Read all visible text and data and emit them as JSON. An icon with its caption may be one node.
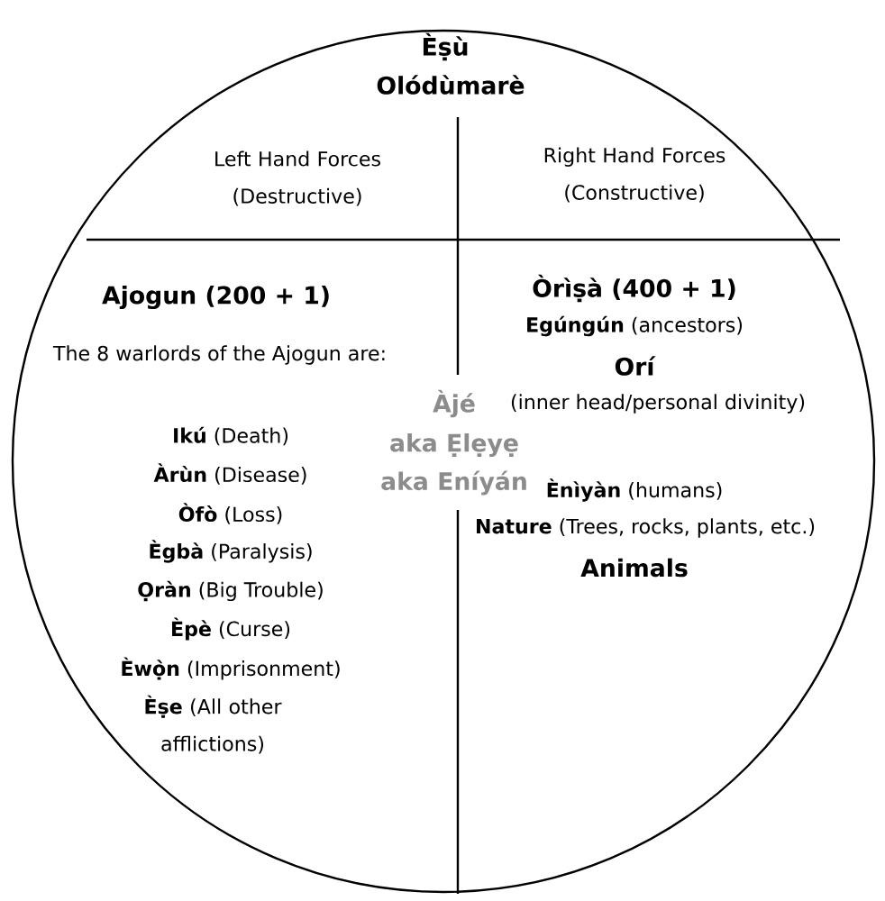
{
  "diagram": {
    "nodes": [
      {
        "text": [
          "Èṣù",
          "Olódùmarè",
          "Left Hand Forces (Destructive)",
          "Right Hand Forces (Constructive)",
          "Ajogun (200 + 1)",
          "The 8 warlords of the Ajogun are:",
          "**Ikú** (Death)",
          "**Àrùn** (Disease)",
          "**Òfò** (Loss)",
          "**Ègbà** (Paralysis)",
          "**Ọràn** (Big Trouble)",
          "**Èpè** (Curse)",
          "**Èwọ̀n** (Imprisonment)",
          "**Èṣe** (All other afflictions)",
          "Àjé",
          "aka Ẹlẹyẹ",
          "aka Eníyán",
          "Òrìṣà (400 + 1)",
          "**Egúngún** (ancestors)",
          "Orí",
          "(inner head/personal divinity)",
          "**Ènìyàn** (humans)",
          "**Nature** (Trees, rocks, plants, etc.)",
          "Animals"
        ]
      }
    ]
  }
}
